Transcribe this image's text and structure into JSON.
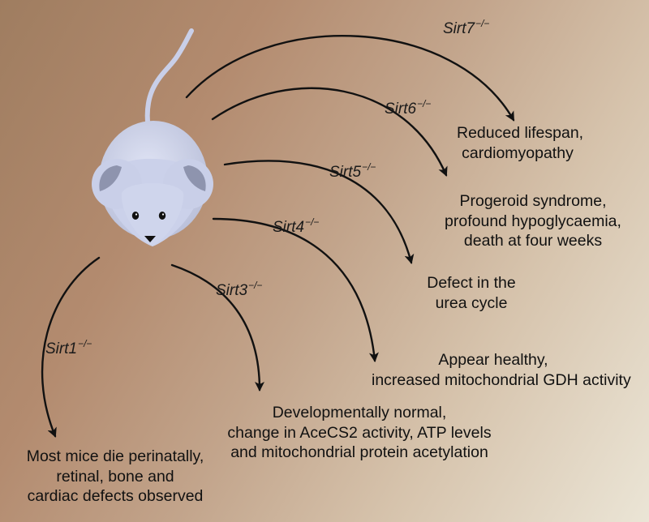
{
  "diagram": {
    "background_gradient": [
      "#9f7d60",
      "#b38b6f",
      "#c2a48b",
      "#d6c3ac",
      "#ebe5d6"
    ],
    "arrow_color": "#111111",
    "mouse_color": "#c9cfe8",
    "knockouts": [
      {
        "gene": "Sirt7",
        "sup": "−/−",
        "phenotype": [
          "Reduced lifespan,",
          "cardiomyopathy"
        ]
      },
      {
        "gene": "Sirt6",
        "sup": "−/−",
        "phenotype": [
          "Progeroid syndrome,",
          "profound hypoglycaemia,",
          "death at four weeks"
        ]
      },
      {
        "gene": "Sirt5",
        "sup": "−/−",
        "phenotype": [
          "Defect in the",
          "urea cycle"
        ]
      },
      {
        "gene": "Sirt4",
        "sup": "−/−",
        "phenotype": [
          "Appear healthy,",
          "increased mitochondrial GDH activity"
        ]
      },
      {
        "gene": "Sirt3",
        "sup": "−/−",
        "phenotype": [
          "Developmentally normal,",
          "change in AceCS2 activity, ATP levels",
          "and mitochondrial protein acetylation"
        ]
      },
      {
        "gene": "Sirt1",
        "sup": "−/−",
        "phenotype": [
          "Most mice die perinatally,",
          "retinal, bone and",
          "cardiac defects observed"
        ]
      }
    ]
  }
}
